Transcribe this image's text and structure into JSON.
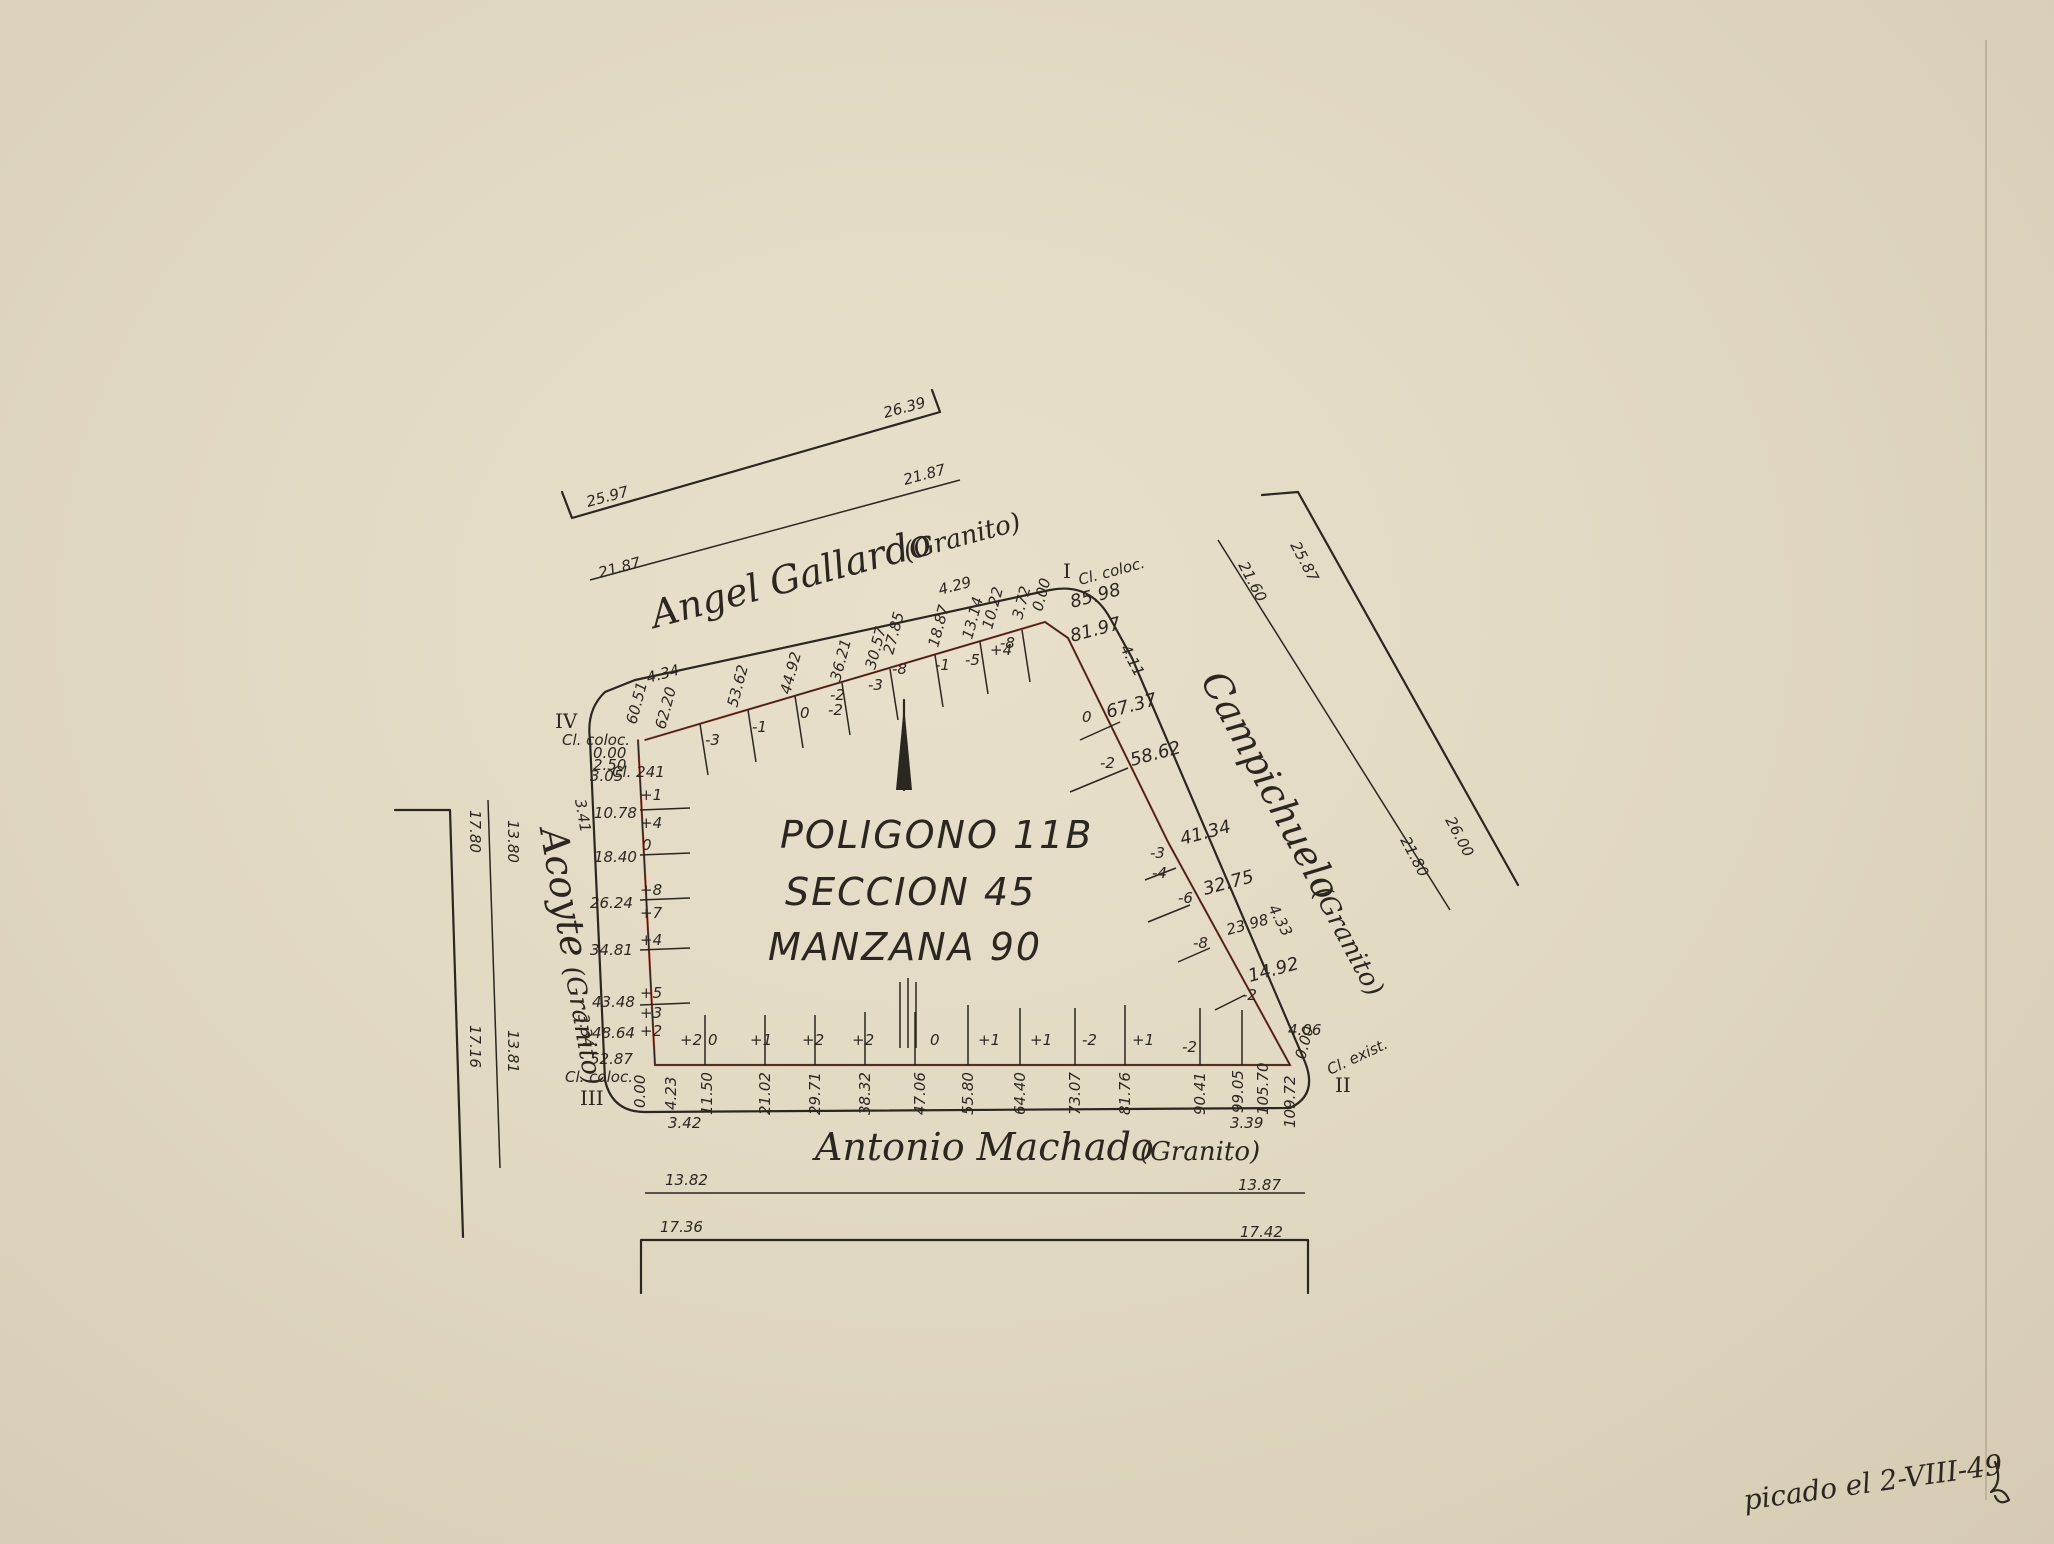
{
  "title": {
    "poligono": "POLIGONO 11B",
    "seccion": "SECCION 45",
    "manzana": "MANZANA 90"
  },
  "streets": {
    "north": "Angel Gallardo",
    "north_paving": "(Granito)",
    "east": "Campichuelo",
    "east_paving": "(Granito)",
    "south": "Antonio Machado",
    "south_paving": "(Granito)",
    "west": "Acoyte",
    "west_paving": "(Granito)"
  },
  "vertices": {
    "I": "I",
    "II": "II",
    "III": "III",
    "IV": "IV"
  },
  "corner_notes": {
    "I_cl": "Cl. coloc.",
    "I_val": "85.98",
    "II_cl": "Cl. exist.",
    "III_cl": "Cl. coloc.",
    "IV_cl": "Cl. coloc.",
    "IV_cl241": "Cl. 241"
  },
  "levels": {
    "north_outer_left": "25.97",
    "north_outer_right": "26.39",
    "north_mid_right": "21.87",
    "north_inner_left": "21.87",
    "east_outer_top": "25.87",
    "east_outer_bottom": "26.00",
    "east_inner_top": "21.60",
    "east_inner_bottom": "21.80",
    "west_outer_top": "17.80",
    "west_outer_bottom": "17.16",
    "west_inner_top": "13.80",
    "west_inner_bottom": "13.81",
    "south_inner_left": "13.82",
    "south_inner_right": "13.87",
    "south_outer_left": "17.36",
    "south_outer_right": "17.42"
  },
  "north_chainage": [
    "4.34",
    "62.20",
    "53.62",
    "44.92",
    "36.21",
    "30.57",
    "27.85",
    "18.87",
    "13.14",
    "10.22",
    "3.72",
    "0.00",
    "4.29"
  ],
  "east_chainage": [
    "81.97",
    "4.11",
    "67.37",
    "58.62",
    "41.34",
    "32.75",
    "23.98",
    "4.33",
    "14.92",
    "4.06",
    "0.00"
  ],
  "south_chainage": [
    "0.00",
    "4.23",
    "11.50",
    "21.02",
    "29.71",
    "38.32",
    "47.06",
    "55.80",
    "64.40",
    "73.07",
    "81.76",
    "90.41",
    "99.05",
    "105.70",
    "109.72",
    "3.42",
    "3.39"
  ],
  "west_chainage": [
    "60.51",
    "0.00",
    "2.50",
    "3.05",
    "3.41",
    "10.78",
    "18.40",
    "26.24",
    "34.81",
    "43.48",
    "48.64",
    "52.87",
    "3.34"
  ],
  "offsets": {
    "north": [
      "-3",
      "-1",
      "0",
      "-2",
      "-2",
      "-3",
      "-8",
      "-1",
      "-5",
      "+4",
      "-8"
    ],
    "east": [
      "0",
      "-2",
      "-3",
      "-4",
      "-6",
      "-8",
      "-2"
    ],
    "south": [
      "+2",
      "0",
      "+1",
      "+2",
      "+2",
      "+1",
      "+1",
      "0",
      "-2",
      "+1",
      "-2"
    ],
    "west": [
      "+1",
      "+4",
      "0",
      "+8",
      "+7",
      "+4",
      "+5",
      "+3",
      "+2"
    ]
  },
  "signature_note": "picado el 2-VIII-49"
}
